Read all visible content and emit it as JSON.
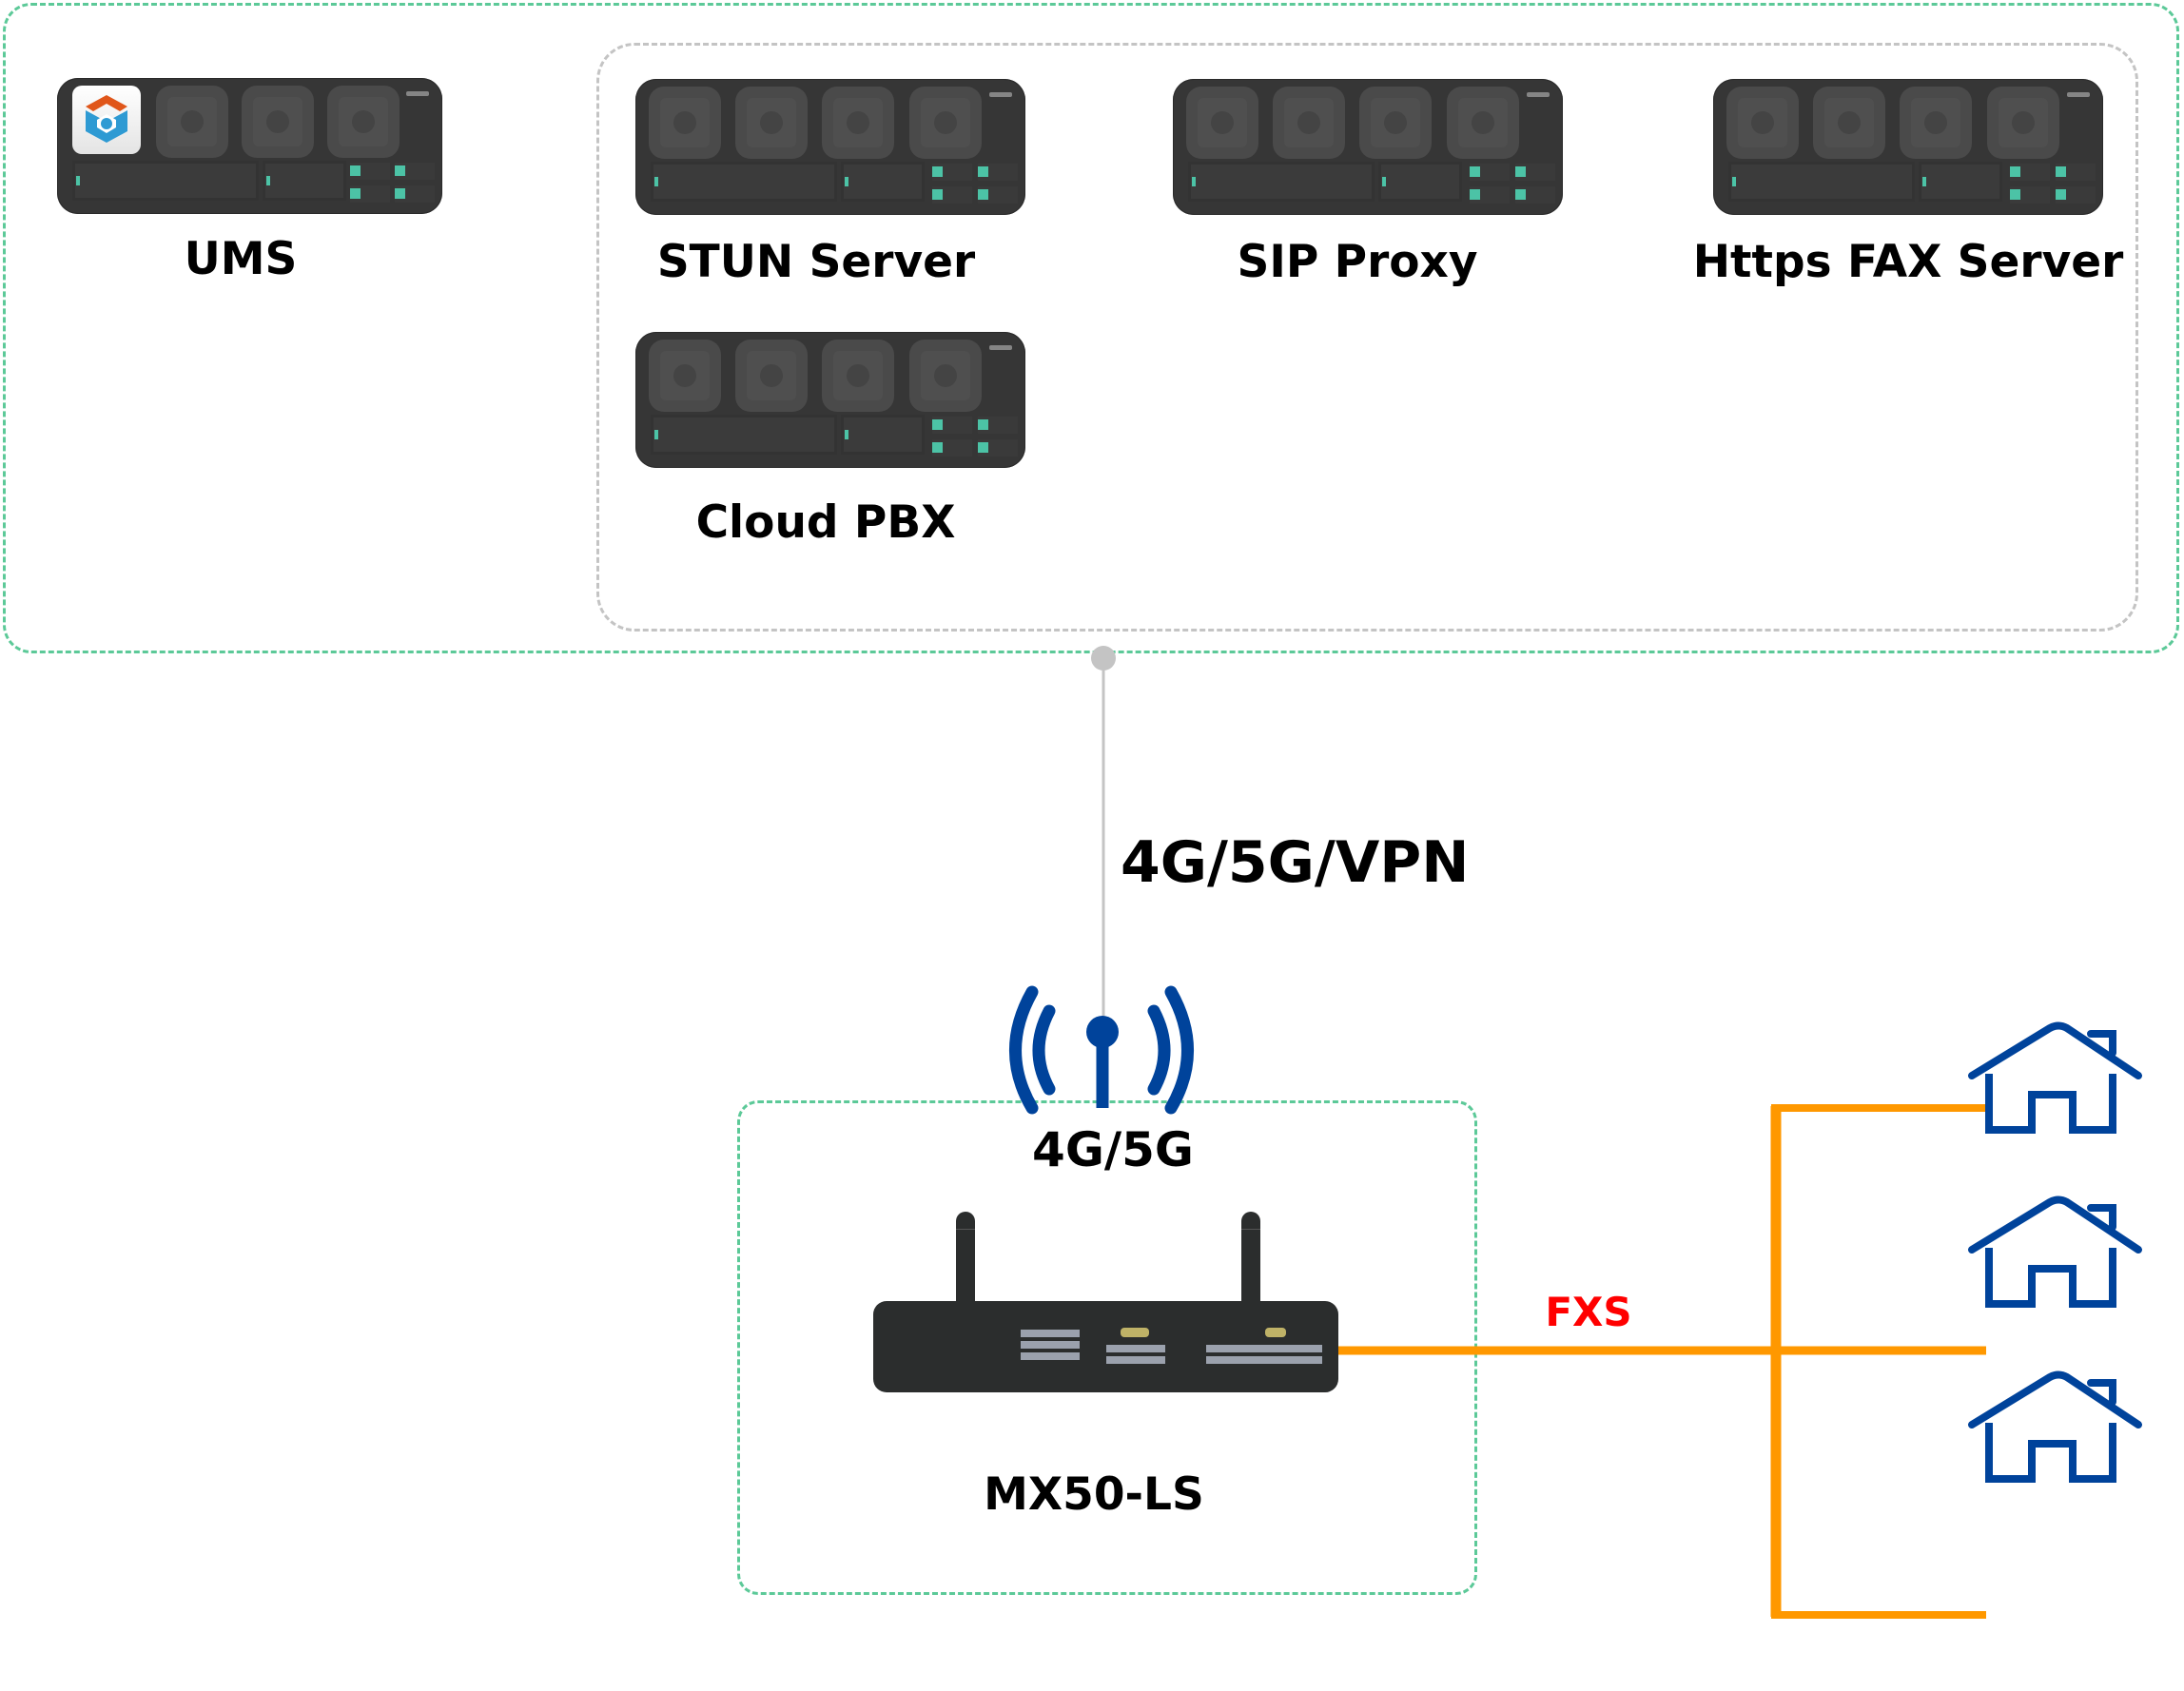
{
  "diagram": {
    "cloud_group": {
      "servers": [
        {
          "id": "ums",
          "label": "UMS",
          "has_app_logo": true
        },
        {
          "id": "stun",
          "label": "STUN Server"
        },
        {
          "id": "sip",
          "label": "SIP Proxy"
        },
        {
          "id": "fax",
          "label": "Https FAX Server"
        },
        {
          "id": "pbx",
          "label": "Cloud PBX"
        }
      ]
    },
    "uplink": {
      "label": "4G/5G/VPN"
    },
    "gateway": {
      "antenna_label": "4G/5G",
      "device_label": "MX50-LS"
    },
    "fxs_link": {
      "label": "FXS"
    },
    "endpoints": [
      {
        "type": "house"
      },
      {
        "type": "house"
      },
      {
        "type": "house"
      }
    ],
    "colors": {
      "group_border": "#5cc998",
      "inner_group_border": "#c4c4c4",
      "uplink_line": "#c4c4c4",
      "fxs_line": "#ff9800",
      "fxs_label": "#ff0000",
      "icon_blue": "#00439b",
      "server_body": "#363636",
      "server_led": "#4cc3a6"
    }
  }
}
